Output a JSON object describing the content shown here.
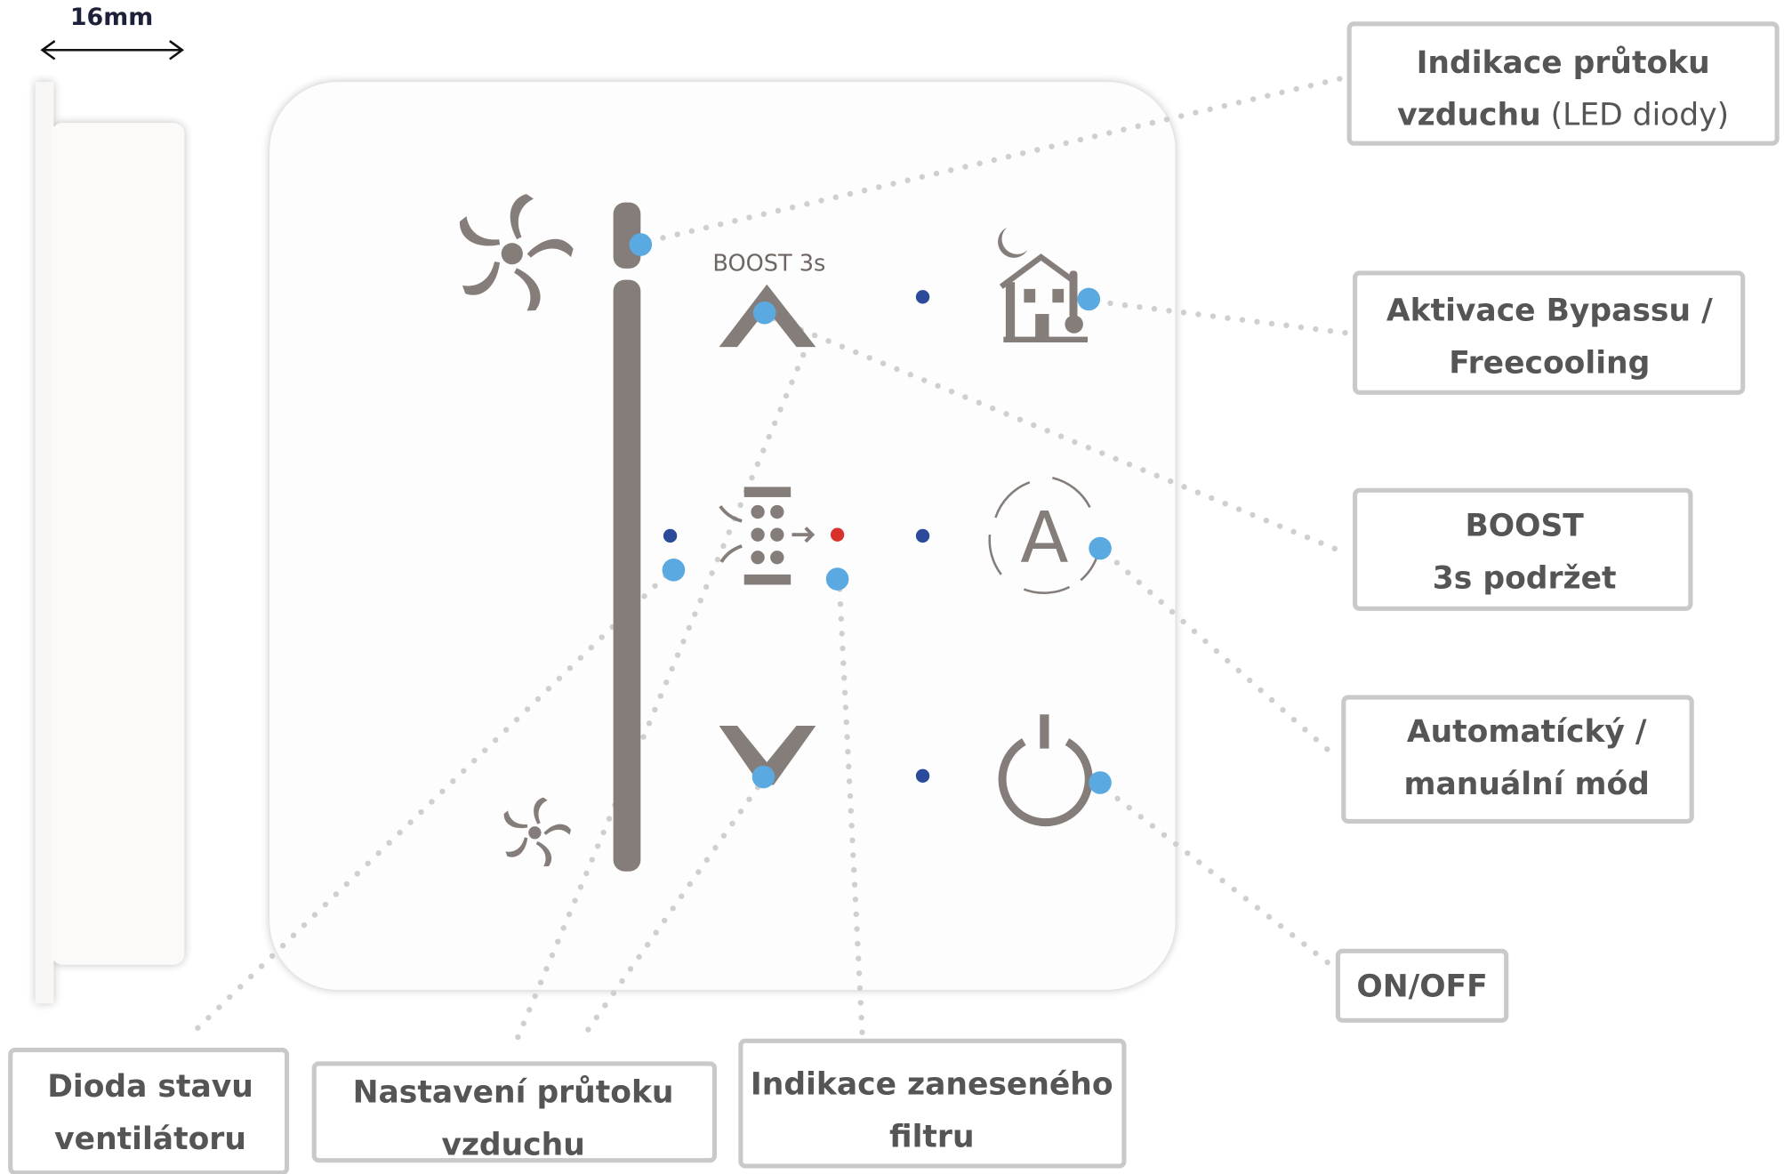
{
  "dimension": {
    "label": "16mm"
  },
  "panel": {
    "boost_text": "BOOST 3s",
    "icons": [
      "fan-large-icon",
      "fan-small-icon",
      "chevron-up-icon",
      "chevron-down-icon",
      "filter-icon",
      "house-night-thermometer-icon",
      "auto-mode-icon",
      "power-icon"
    ],
    "colors": {
      "icon": "#857d7a",
      "callout_dot": "#5aa9e0",
      "led_blue": "#2b4a9a",
      "led_red": "#d8322c",
      "leader": "#cfcfcf",
      "box_border": "#c9c9c9",
      "label_text": "#555555"
    }
  },
  "labels": {
    "led": {
      "line1": "Indikace průtoku",
      "line2_bold": "vzduchu",
      "line2_normal": " (LED diody)"
    },
    "bypass": {
      "line1": "Aktivace Bypassu /",
      "line2": "Freecooling"
    },
    "boost": {
      "line1": "BOOST",
      "line2": "3s podržet"
    },
    "mode": {
      "line1": "Automatícký /",
      "line2": "manuální mód"
    },
    "onoff": {
      "line1": "ON/OFF"
    },
    "fan_led": {
      "line1": "Dioda stavu",
      "line2": "ventilátoru"
    },
    "flow": {
      "line1": "Nastavení průtoku",
      "line2": "vzduchu"
    },
    "filter": {
      "line1": "Indikace zaneseného",
      "line2": "filtru"
    }
  }
}
